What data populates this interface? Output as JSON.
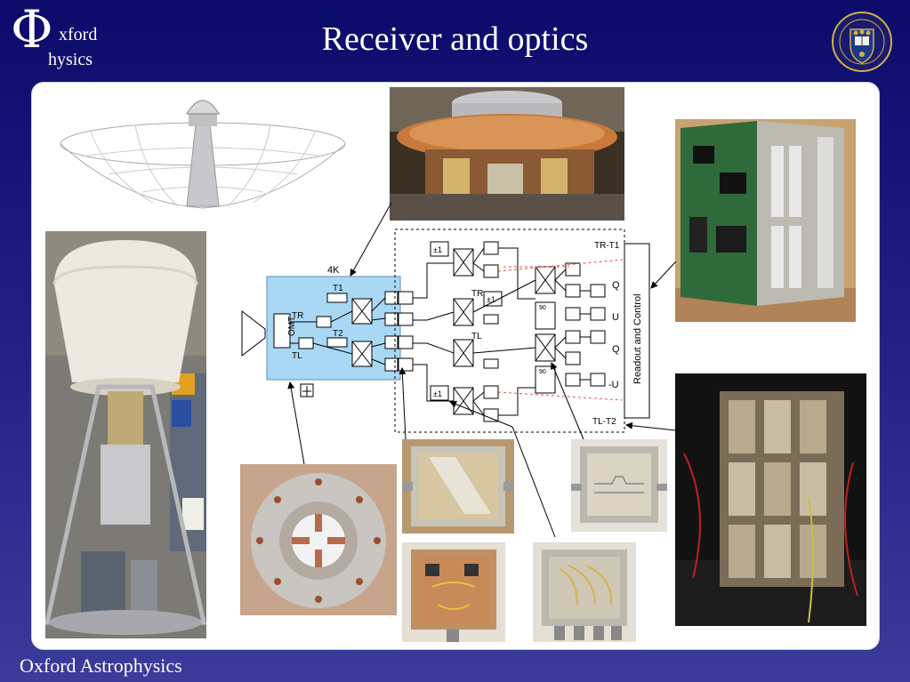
{
  "header": {
    "logo_glyph": "Φ",
    "logo_line1": "xford",
    "logo_line2": "hysics",
    "title": "Receiver and optics"
  },
  "footer": {
    "text": "Oxford Astrophysics"
  },
  "diagram": {
    "cryo_label": "4K",
    "omt_label": "OMT",
    "tr_label": "TR",
    "tl_label": "TL",
    "t1_label": "T1",
    "t2_label": "T2",
    "plus1_label": "±1",
    "deg90_label": "90",
    "tr_minus_t1": "TR-T1",
    "tl_minus_t2": "TL-T2",
    "outputs": [
      "Q",
      "U",
      "Q",
      "-U"
    ],
    "readout_label": "Readout and Control"
  },
  "colors": {
    "background_top": "#0b0b6a",
    "panel": "#ffffff",
    "cryo_box": "#a9d8f5",
    "dashed_red": "#e05050"
  },
  "icons": [
    "university-crest-icon",
    "horn-icon",
    "amplifier-icon",
    "filter-icon",
    "detector-icon",
    "hybrid-icon",
    "load-icon"
  ]
}
